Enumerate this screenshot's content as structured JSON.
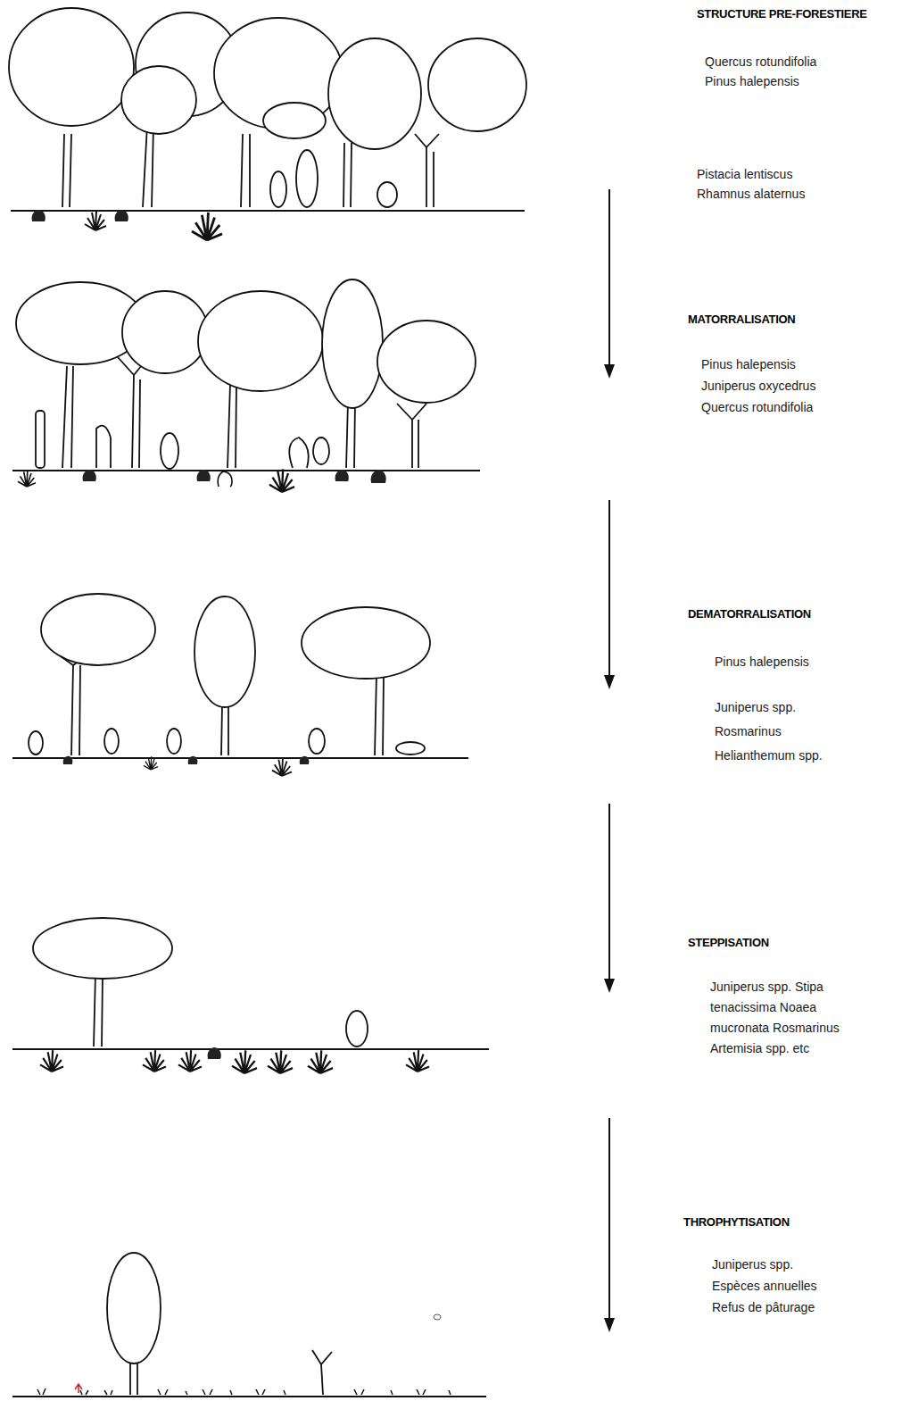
{
  "diagram": {
    "labels": [
      "STRUCTURE PRE-FORESTIERE",
      "Quercus rotundifolia Pinus halepensis",
      "Pistacia lentiscus Rhamnus alaternus",
      "MATORRALISATION",
      "Pinus halepensis Juniperus oxycedrus Quercus rotundifolia",
      "DEMATORRALISATION",
      "Pinus halepensis",
      "Juniperus spp. Rosmarinus Helianthemum spp.",
      "STEPPISATION",
      "Juniperus spp. Stipa tenacissima Noaea mucronata Rosmarinus Artemisia spp. etc",
      "THROPHYTISATION",
      "Juniperus spp. Espèces annuelles Refus de pâturage"
    ]
  }
}
